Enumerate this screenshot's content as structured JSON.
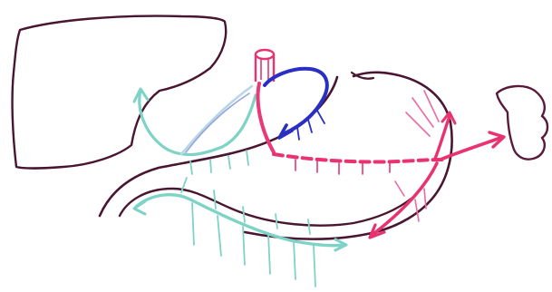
{
  "diagram": {
    "description_text": "",
    "colors": {
      "outline": "#4a1530",
      "left_gastric_artery": "#e83a78",
      "right_gastroepiploic_artery": "#e83a78",
      "short_vessels": "#e84b7f",
      "left_gastric_vein": "#2a2fc4",
      "venous_light_blue": "#7ed3c7",
      "celiac_trunk": "#e8336f",
      "spleen_outline": "#5a1a3a"
    },
    "structures": [
      {
        "name": "liver"
      },
      {
        "name": "stomach"
      },
      {
        "name": "spleen"
      },
      {
        "name": "celiac-trunk"
      },
      {
        "name": "left-gastric-vein"
      },
      {
        "name": "left-gastric-artery"
      },
      {
        "name": "right-gastroepiploic-artery"
      },
      {
        "name": "gastroepiploic-vein"
      }
    ]
  }
}
